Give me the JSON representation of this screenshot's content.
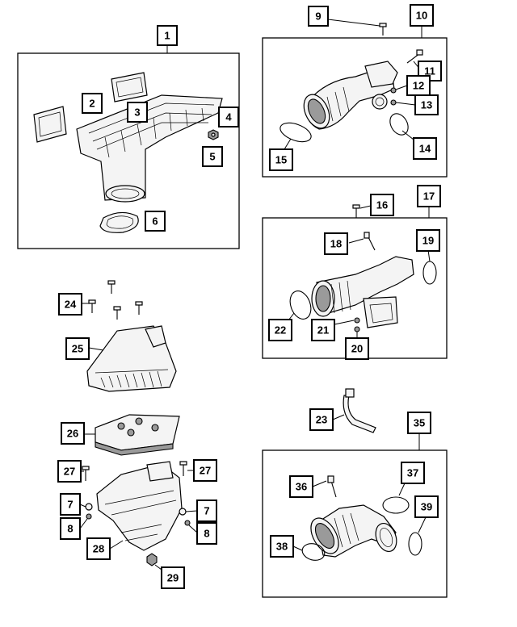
{
  "callouts": {
    "c1": "1",
    "c2": "2",
    "c3": "3",
    "c4": "4",
    "c5": "5",
    "c6": "6",
    "c7a": "7",
    "c7b": "7",
    "c8a": "8",
    "c8b": "8",
    "c9": "9",
    "c10": "10",
    "c11": "11",
    "c12": "12",
    "c13": "13",
    "c14": "14",
    "c15": "15",
    "c16": "16",
    "c17": "17",
    "c18": "18",
    "c19": "19",
    "c20": "20",
    "c21": "21",
    "c22": "22",
    "c23": "23",
    "c24": "24",
    "c25": "25",
    "c26": "26",
    "c27a": "27",
    "c27b": "27",
    "c28": "28",
    "c29": "29",
    "c35": "35",
    "c36": "36",
    "c37": "37",
    "c38": "38",
    "c39": "39"
  },
  "colors": {
    "line": "#000000",
    "background": "#ffffff",
    "shade": "#9a9a9a"
  }
}
